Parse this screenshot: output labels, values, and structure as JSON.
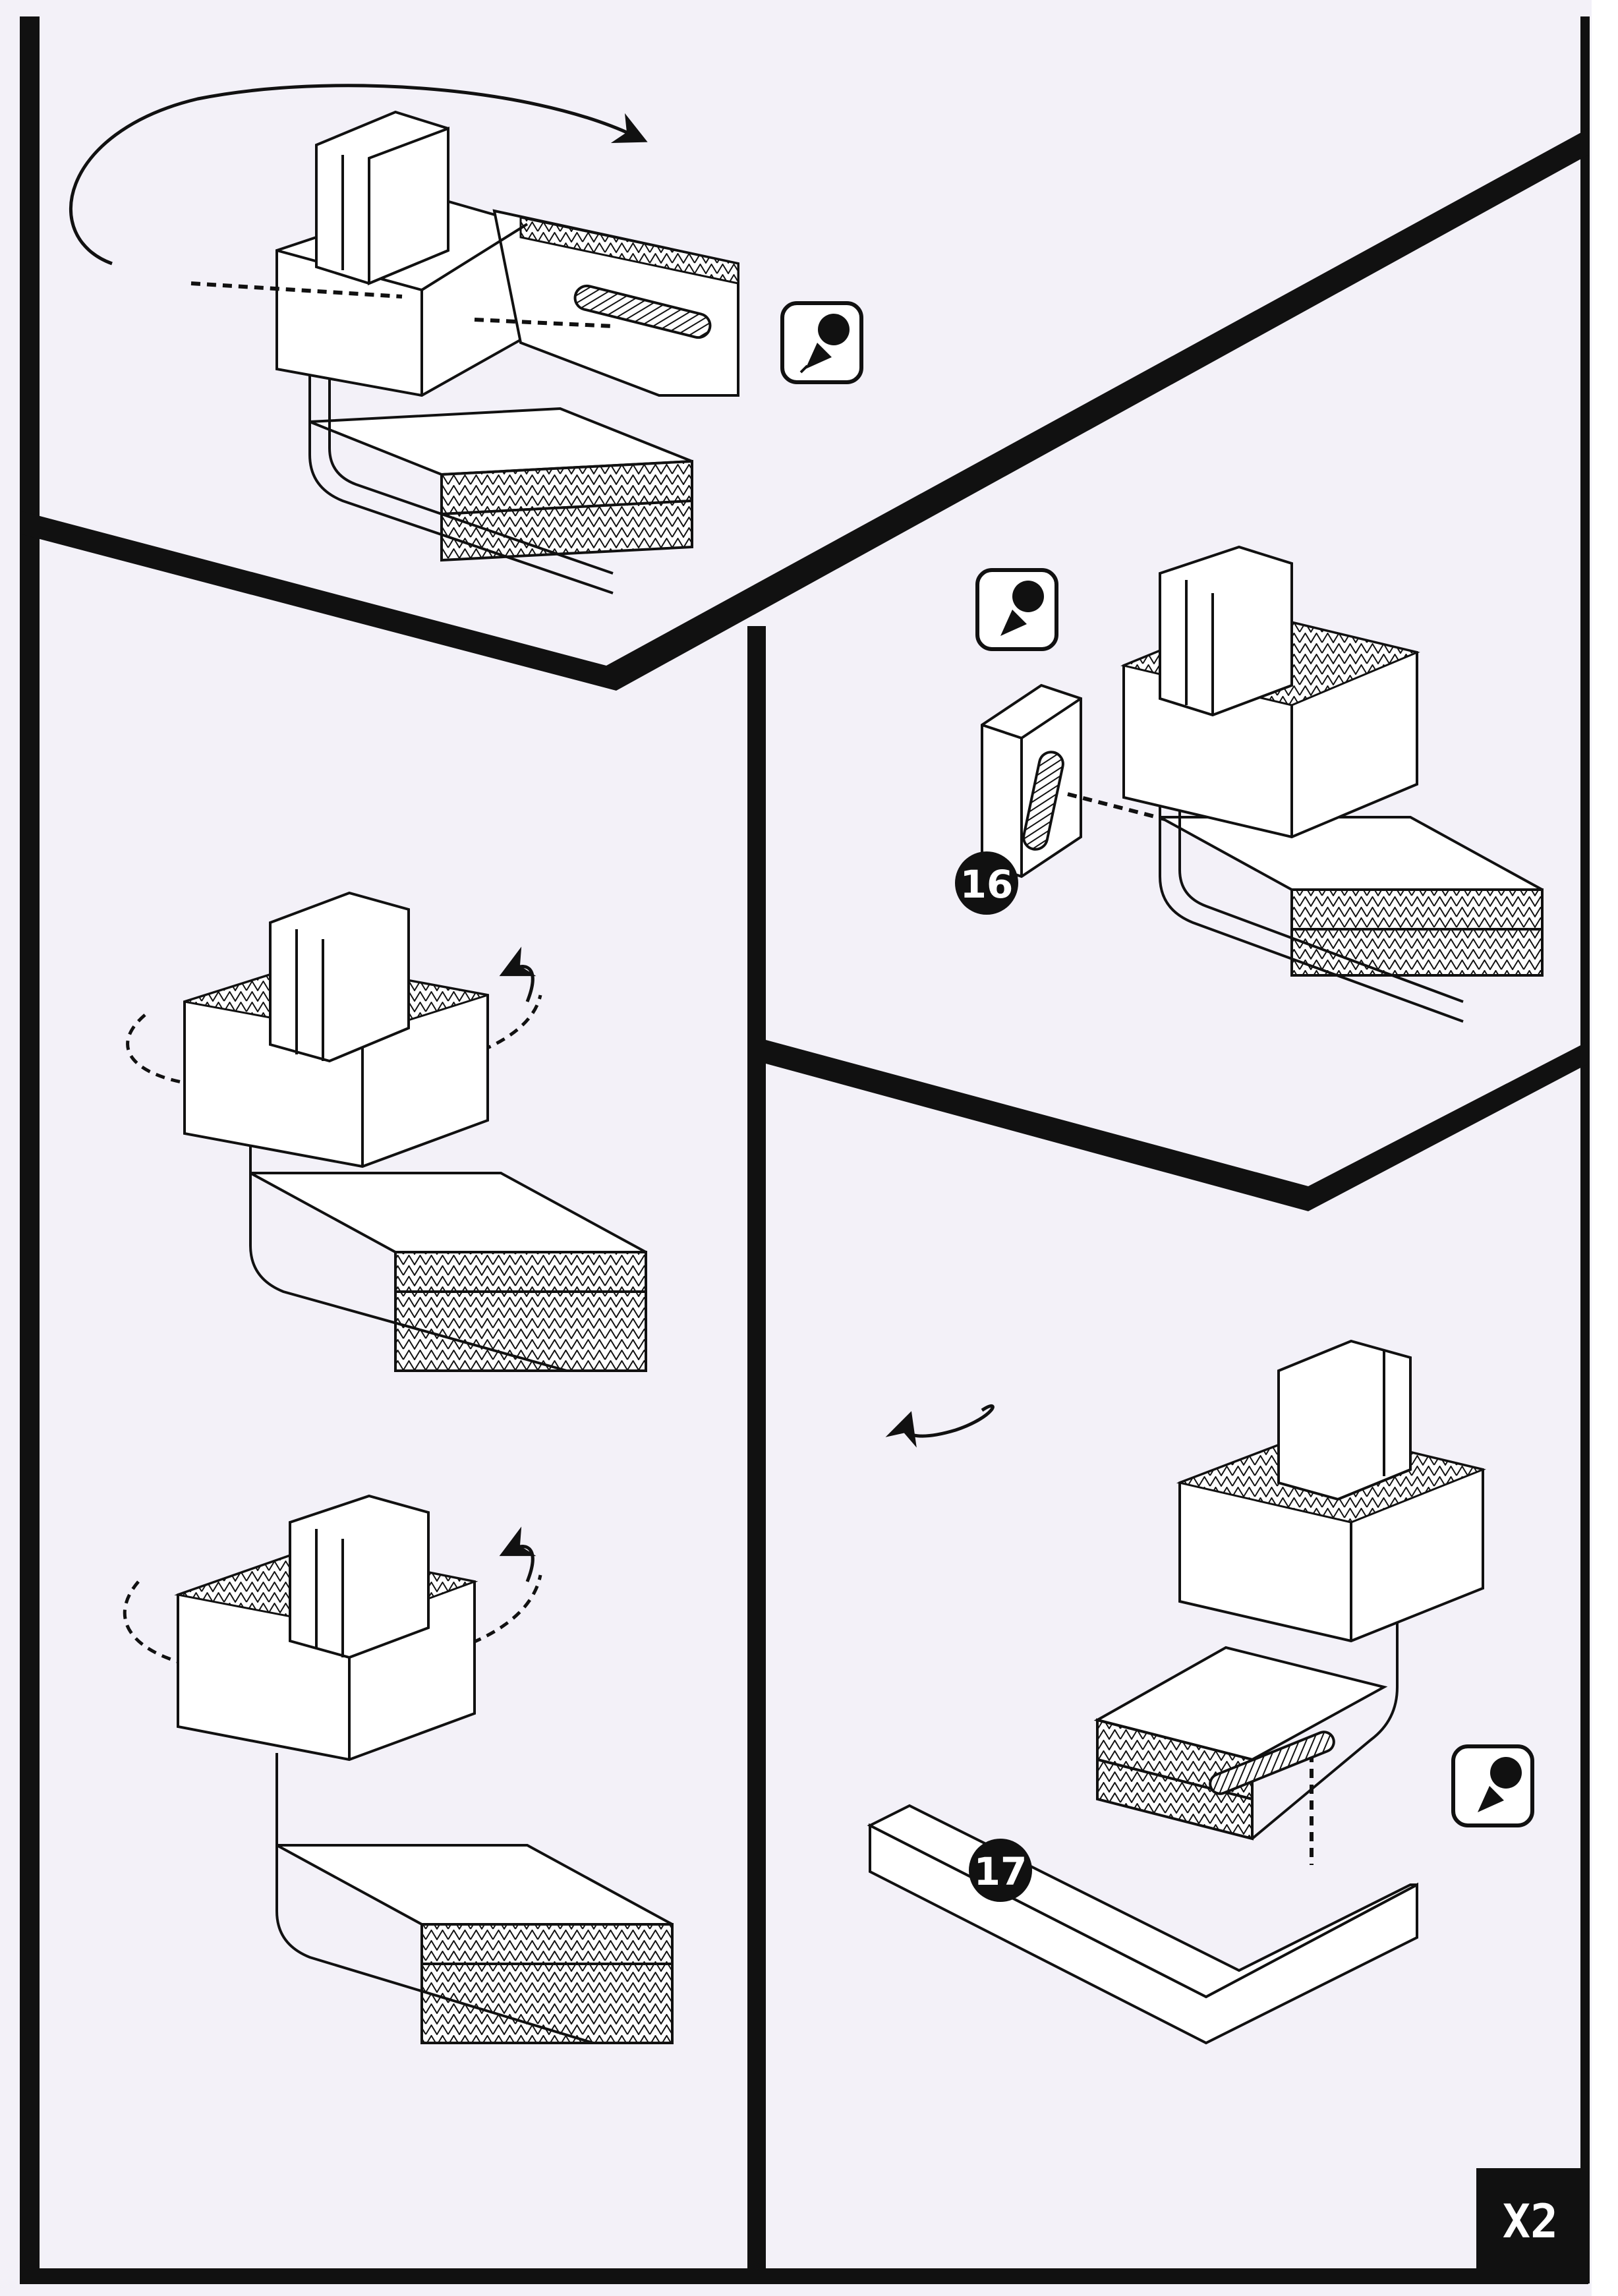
{
  "page": {
    "background": "#f3f1f8",
    "ink": "#111111",
    "paper_edge": "#ffffff"
  },
  "steps": {
    "part_16": "16",
    "part_17": "17"
  },
  "multiplier": "X2",
  "icons": {
    "glue": "glue-pen-icon",
    "rotate": "rotate-arrow-icon",
    "flip": "flip-arrow-icon"
  },
  "panels": [
    {
      "id": "panel-top-left",
      "content": "wrap-strip-around-block"
    },
    {
      "id": "panel-right-middle",
      "content": "glue-part-16"
    },
    {
      "id": "panel-left",
      "content": "wrap-around-twice"
    },
    {
      "id": "panel-bottom-right",
      "content": "glue-part-17"
    }
  ]
}
